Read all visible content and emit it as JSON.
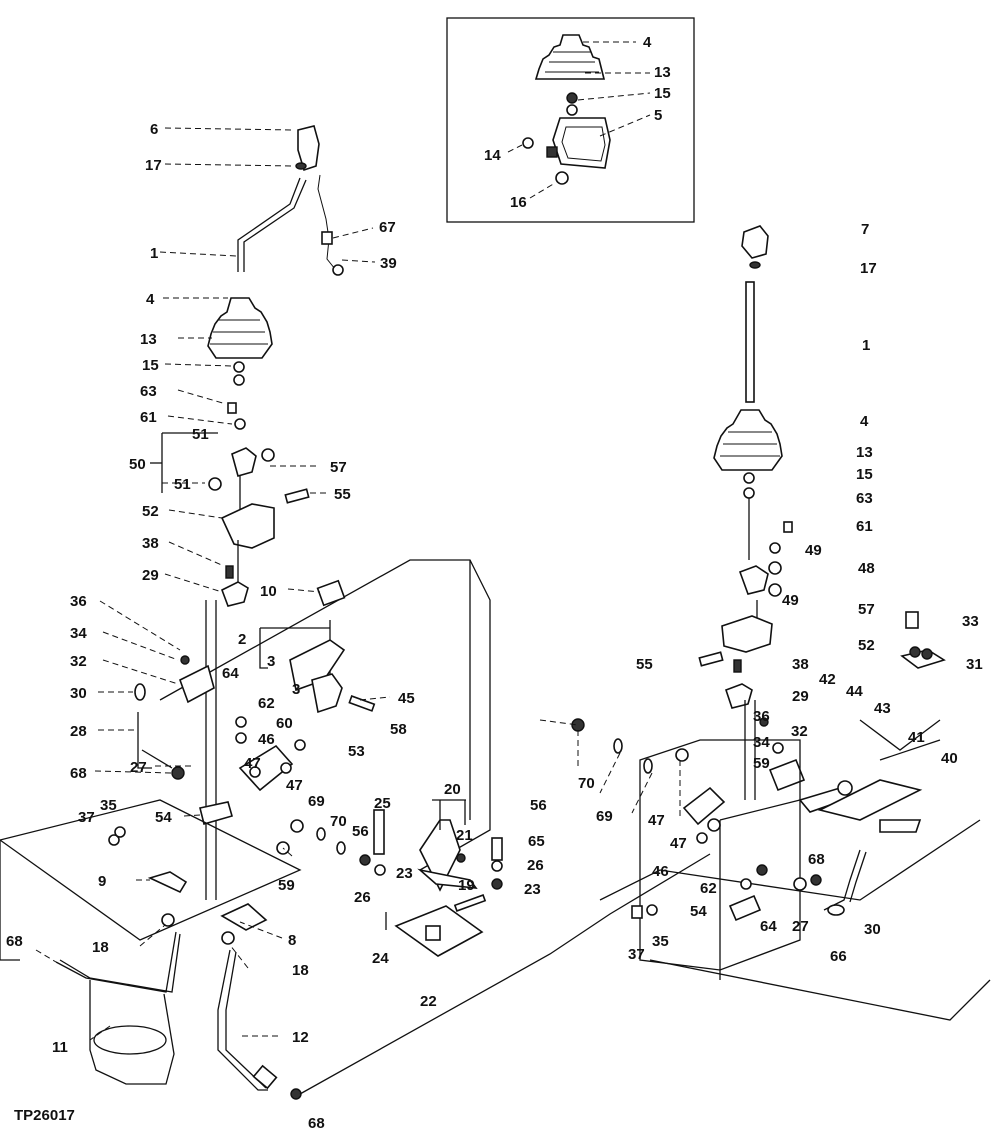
{
  "figure_id": "TP26017",
  "inset_labels": [
    "4",
    "13",
    "15",
    "5",
    "14",
    "16"
  ],
  "callouts": {
    "c6": "6",
    "c17a": "17",
    "c1a": "1",
    "c4a": "4",
    "c13a": "13",
    "c15a": "15",
    "c63a": "63",
    "c61a": "61",
    "c51a": "51",
    "c50": "50",
    "c51b": "51",
    "c57a": "57",
    "c55a": "55",
    "c52a": "52",
    "c38a": "38",
    "c29a": "29",
    "c10": "10",
    "c67": "67",
    "c39": "39",
    "c2": "2",
    "c3a": "3",
    "c3b": "3",
    "c45": "45",
    "c58": "58",
    "c53": "53",
    "c36a": "36",
    "c34a": "34",
    "c32a": "32",
    "c30a": "30",
    "c28": "28",
    "c68a": "68",
    "c27a": "27",
    "c64a": "64",
    "c62a": "62",
    "c60": "60",
    "c46a": "46",
    "c47a": "47",
    "c47b": "47",
    "c54a": "54",
    "c37a": "37",
    "c35a": "35",
    "c69a": "69",
    "c70a": "70",
    "c56a": "56",
    "c25": "25",
    "c26a": "26",
    "c59a": "59",
    "c9": "9",
    "c18a": "18",
    "c8": "8",
    "c18b": "18",
    "c68b": "68",
    "c11": "11",
    "c12": "12",
    "c68c": "68",
    "c24": "24",
    "c22": "22",
    "c20": "20",
    "c21": "21",
    "c23a": "23",
    "c19": "19",
    "c65": "65",
    "c26b": "26",
    "c23b": "23",
    "c7": "7",
    "c17b": "17",
    "c1b": "1",
    "c4b": "4",
    "c13b": "13",
    "c15b": "15",
    "c63b": "63",
    "c61b": "61",
    "c49a": "49",
    "c48": "48",
    "c49b": "49",
    "c57b": "57",
    "c52b": "52",
    "c33": "33",
    "c31": "31",
    "c55b": "55",
    "c38b": "38",
    "c29b": "29",
    "c42": "42",
    "c44": "44",
    "c43": "43",
    "c41": "41",
    "c40": "40",
    "c36b": "36",
    "c34b": "34",
    "c32b": "32",
    "c59b": "59",
    "c56b": "56",
    "c70b": "70",
    "c69b": "69",
    "c47c": "47",
    "c47d": "47",
    "c46b": "46",
    "c62b": "62",
    "c54b": "54",
    "c64b": "64",
    "c27b": "27",
    "c68d": "68",
    "c30b": "30",
    "c66": "66",
    "c37b": "37",
    "c35b": "35"
  }
}
